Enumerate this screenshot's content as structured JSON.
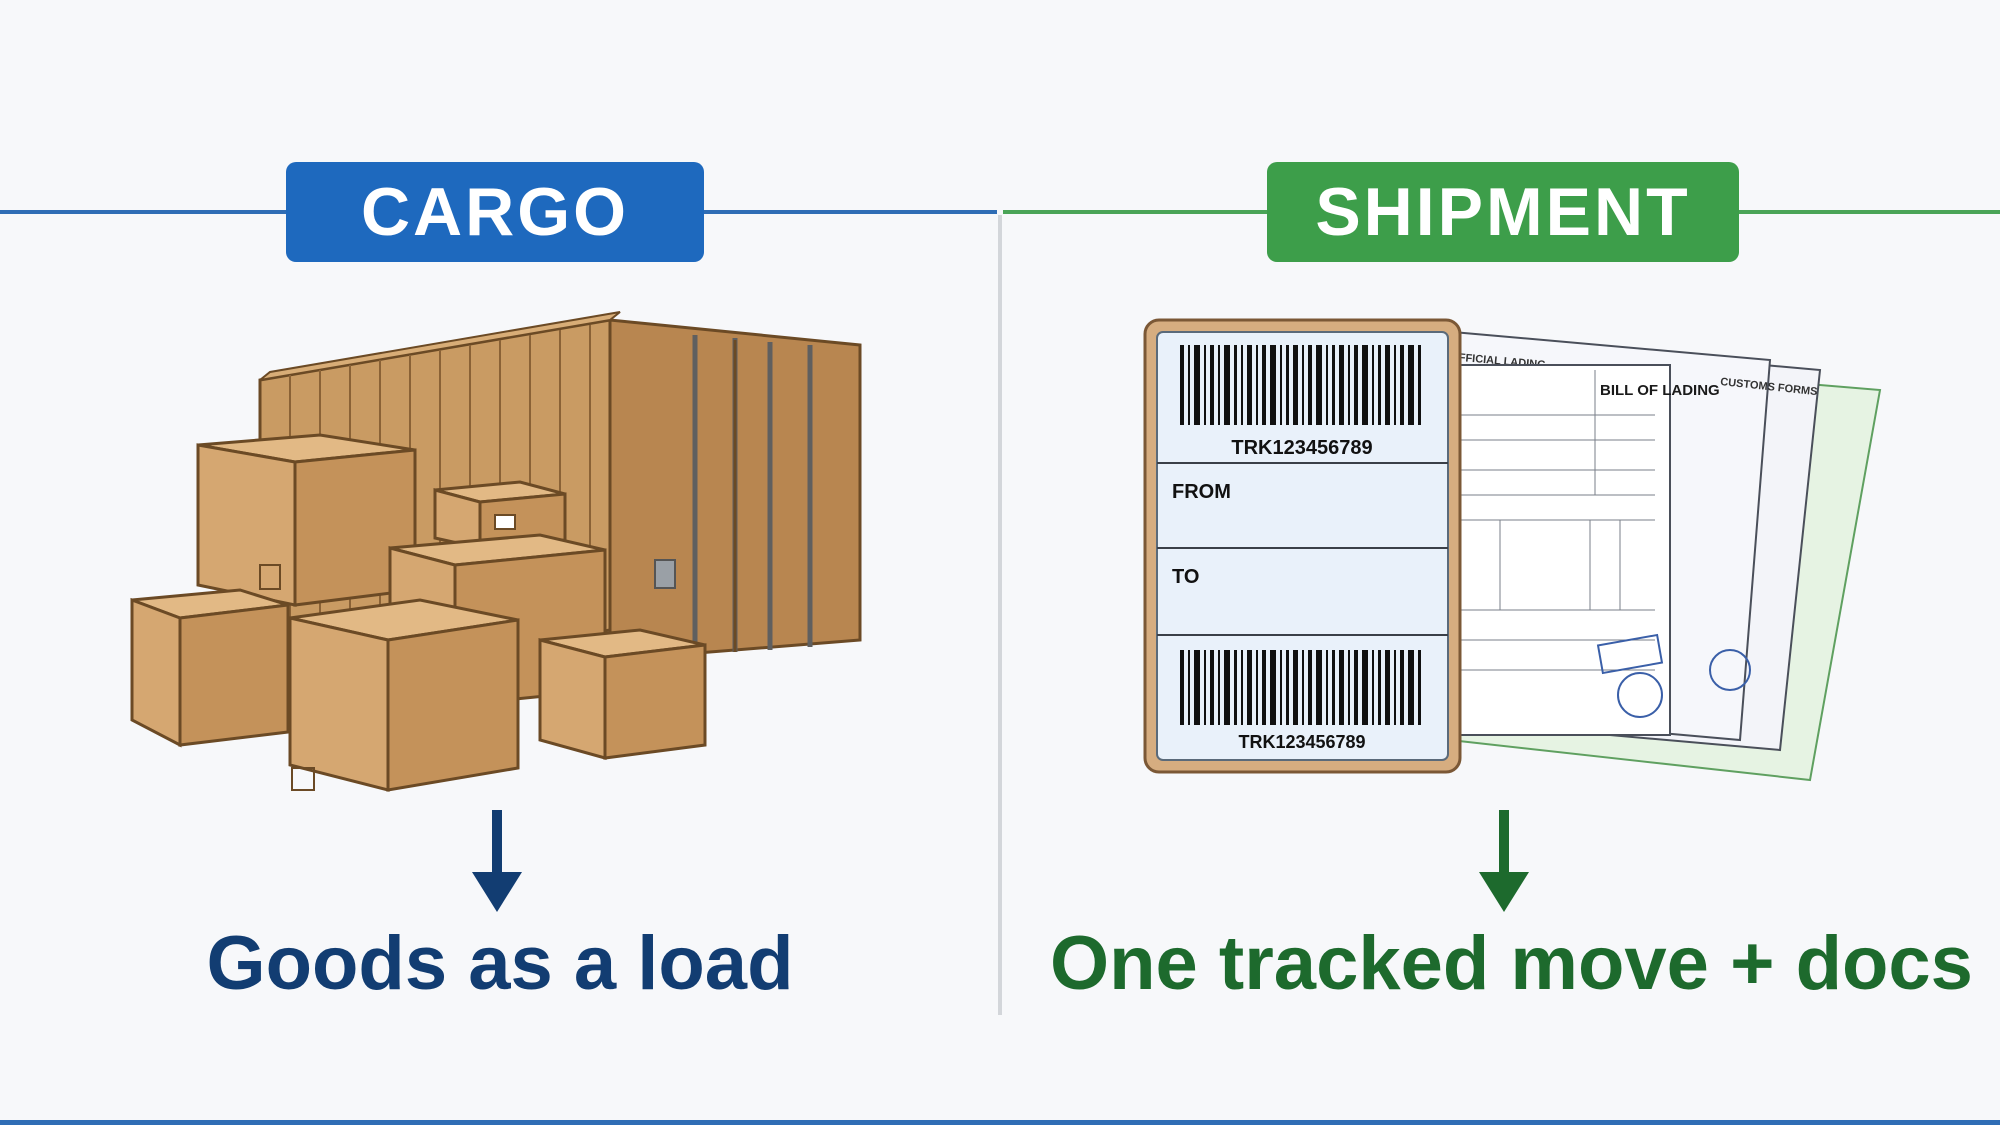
{
  "panels": {
    "cargo": {
      "title": "CARGO",
      "caption": "Goods as a load",
      "accent": "#1e69be",
      "caption_color": "#123d72"
    },
    "shipment": {
      "title": "SHIPMENT",
      "caption": "One tracked move + docs",
      "accent": "#3d9e4a",
      "caption_color": "#1d6a2d",
      "label": {
        "tracking_top": "TRK123456789",
        "from": "FROM",
        "to": "TO",
        "tracking_bottom": "TRK123456789"
      },
      "documents": {
        "bill_of_lading": "BILL OF LADING",
        "customs_forms": "CUSTOMS FORMS",
        "official_lading": "OFFICIAL LADING"
      }
    }
  },
  "icons": [
    "shipping-container-icon",
    "cardboard-box-icon",
    "shipping-label-icon",
    "barcode-icon",
    "document-icon",
    "stamp-icon",
    "arrow-down-icon"
  ]
}
